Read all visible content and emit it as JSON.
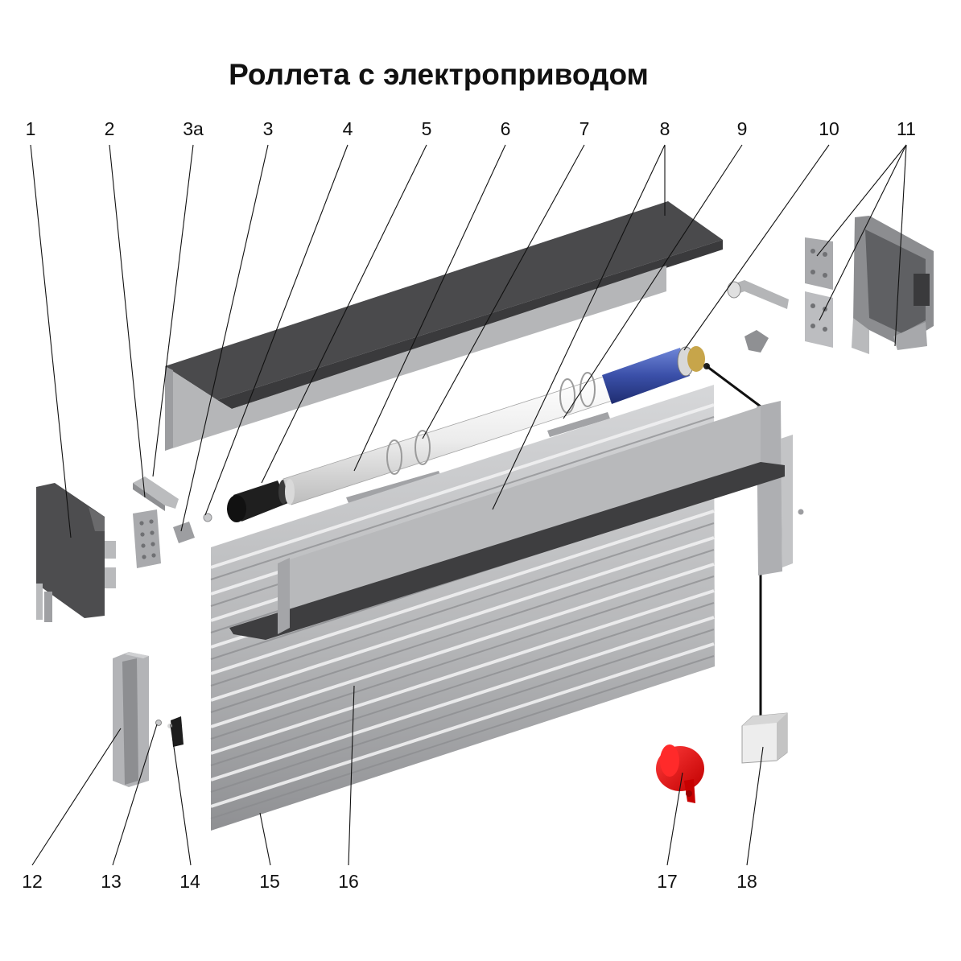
{
  "title": "Роллета с электроприводом",
  "callouts": {
    "c1": "1",
    "c2": "2",
    "c3a": "3а",
    "c3": "3",
    "c4": "4",
    "c5": "5",
    "c6": "6",
    "c7": "7",
    "c8": "8",
    "c9": "9",
    "c10": "10",
    "c11": "11",
    "c12": "12",
    "c13": "13",
    "c14": "14",
    "c15": "15",
    "c16": "16",
    "c17": "17",
    "c18": "18"
  },
  "colors": {
    "box_dark": "#4d4d4f",
    "aluminum": "#b9babc",
    "aluminum_dark": "#8e8f92",
    "tube": "#e9e9e9",
    "motor": "#3a4fa8",
    "end_plug": "#1f1f1f",
    "remote_red": "#e11414",
    "switch_box": "#eeeeee"
  }
}
